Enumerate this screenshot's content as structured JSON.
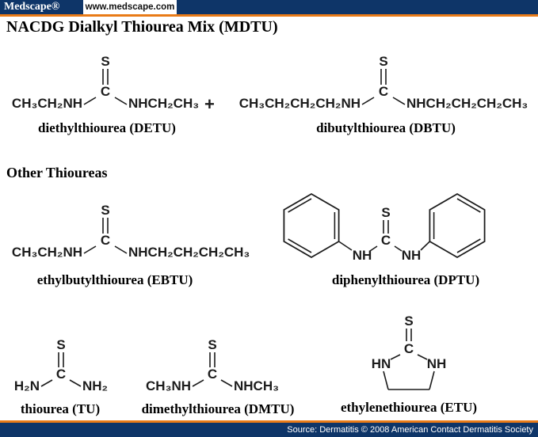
{
  "header": {
    "logo": "Medscape®",
    "url": "www.medscape.com"
  },
  "title": "NACDG Dialkyl Thiourea Mix (MDTU)",
  "section_heading": "Other Thioureas",
  "plus_sign": "+",
  "colors": {
    "navy": "#0e3568",
    "orange": "#e97b17",
    "ink": "#1c1c1c"
  },
  "structures": {
    "detu": {
      "s": "S",
      "c": "C",
      "left": "CH₃CH₂NH",
      "right": "NHCH₂CH₃",
      "caption": "diethylthiourea (DETU)"
    },
    "dbtu": {
      "s": "S",
      "c": "C",
      "left": "CH₃CH₂CH₂CH₂NH",
      "right": "NHCH₂CH₂CH₂CH₃",
      "caption": "dibutylthiourea (DBTU)"
    },
    "ebtu": {
      "s": "S",
      "c": "C",
      "left": "CH₃CH₂NH",
      "right": "NHCH₂CH₂CH₂CH₃",
      "caption": "ethylbutylthiourea (EBTU)"
    },
    "dptu": {
      "s": "S",
      "c": "C",
      "left_nh": "NH",
      "right_nh": "NH",
      "caption": "diphenylthiourea (DPTU)"
    },
    "tu": {
      "s": "S",
      "c": "C",
      "left": "H₂N",
      "right": "NH₂",
      "caption": "thiourea (TU)"
    },
    "dmtu": {
      "s": "S",
      "c": "C",
      "left": "CH₃NH",
      "right": "NHCH₃",
      "caption": "dimethylthiourea (DMTU)"
    },
    "etu": {
      "s": "S",
      "c": "C",
      "left_hn": "HN",
      "right_nh": "NH",
      "caption": "ethylenethiourea (ETU)"
    }
  },
  "footer": {
    "source": "Source: Dermatitis © 2008 American Contact Dermatitis Society"
  }
}
